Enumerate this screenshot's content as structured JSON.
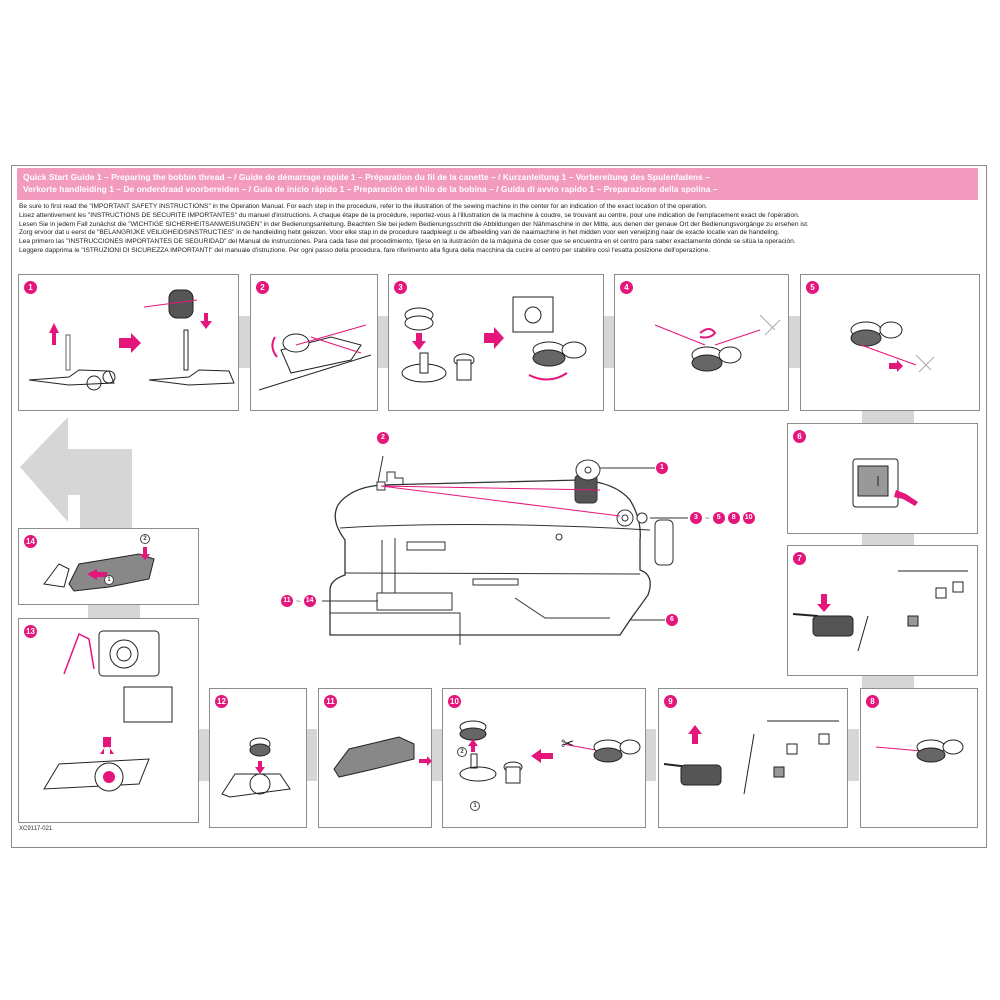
{
  "header": {
    "line1": "Quick Start Guide 1  – Preparing the bobbin thread – / Guide de démarrage rapide 1  – Préparation du fil de la canette – / Kurzanleitung 1 – Vorbereitung des Spulenfadens –",
    "line2": "Verkorte handleiding 1  – De onderdraad voorbereiden – / Guía de inicio rápido 1  – Preparación del hilo de la bobina – / Guida di avvio rapido 1 – Preparazione della spolina –"
  },
  "intro": [
    "Be sure to first read the \"IMPORTANT SAFETY INSTRUCTIONS\" in the Operation Manual. For each step in the procedure, refer to the illustration of the sewing machine in the center for an indication of the exact location of the operation.",
    "Lisez attentivement les \"INSTRUCTIONS DE SÉCURITÉ IMPORTANTES\" du manuel d'instructions. A chaque étape de la procédure, reportez-vous à l'illustration de la machine à coudre, se trouvant au centre, pour une indication de l'emplacement exact de l'opération.",
    "Lesen Sie in jedem Fall zunächst die \"WICHTIGE SICHERHEITSANWEISUNGEN\" in der Bedienungsanleitung. Beachten Sie bei jedem Bedienungsschritt die Abbildungen der Nähmaschine in der Mitte, aus denen der genaue Ort der Bedienungsvorgänge zu ersehen ist.",
    "Zorg ervoor dat u eerst de \"BELANGRIJKE VEILIGHEIDSINSTRUCTIES\" in de handleiding hebt gelezen. Voor elke stap in de procedure raadpleegt u de afbeelding van de naaimachine in het midden voor een verwijzing naar de exacte locatie van de handeling.",
    "Lea primero las \"INSTRUCCIONES IMPORTANTES DE SEGURIDAD\" del Manual de instrucciones.  Para cada fase del procedimiento, fíjese en la ilustración de la máquina de coser que se encuentra en el centro para saber exactamente dónde se sitúa la operación.",
    "Leggere dapprima le \"ISTRUZIONI DI SICUREZZA IMPORTANTI\" del manuale d'istruzione. Per ogni passo della procedura, fare riferimento alla figura della macchina da cucire al centro per stabilire così l'esatta posizione dell'operazione."
  ],
  "steps": {
    "s1": "1",
    "s2": "2",
    "s3": "3",
    "s4": "4",
    "s5": "5",
    "s6": "6",
    "s7": "7",
    "s8": "8",
    "s9": "9",
    "s10": "10",
    "s11": "11",
    "s12": "12",
    "s13": "13",
    "s14": "14"
  },
  "callouts": {
    "c1": "1",
    "c2": "2",
    "c3a": "3",
    "c3tilde": "~",
    "c3b": "5",
    "c3c": "8",
    "c3d": "10",
    "c6": "6",
    "c11a": "11",
    "c11tilde": "~",
    "c11b": "14"
  },
  "substeps": {
    "one": "1",
    "two": "2"
  },
  "doc_id": "XC9117-021",
  "colors": {
    "accent": "#e4157b",
    "band": "#f29bbf",
    "connector": "#d6d6d6"
  }
}
